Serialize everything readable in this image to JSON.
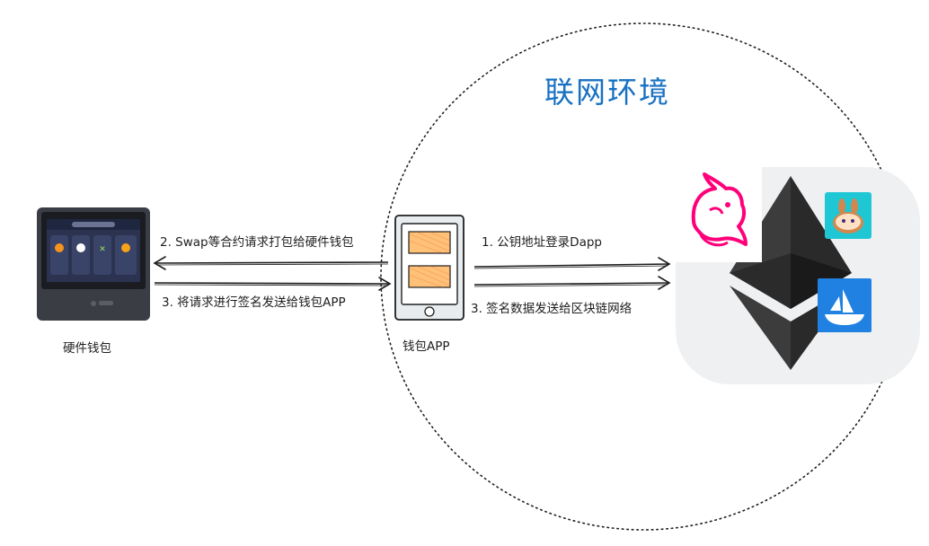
{
  "diagram": {
    "network_zone_title": "联网环境",
    "hardware_wallet_label": "硬件钱包",
    "wallet_app_label": "钱包APP",
    "steps": {
      "step1": "1. 公钥地址登录Dapp",
      "step2": "2. Swap等合约请求打包给硬件钱包",
      "step3_sign_to_app": "3. 将请求进行签名发送给钱包APP",
      "step3_broadcast": "3. 签名数据发送给区块链网络"
    }
  },
  "colors": {
    "title": "#1971c2",
    "uniswap": "#ff007a",
    "ethereum": "#3c3c3d",
    "opensea": "#2081e2",
    "pancake": "#d1884f",
    "app_block": "#ffc078"
  },
  "icons": [
    "uniswap-logo",
    "ethereum-logo",
    "pancakeswap-logo",
    "opensea-logo",
    "hardware-wallet-device",
    "phone-device"
  ]
}
